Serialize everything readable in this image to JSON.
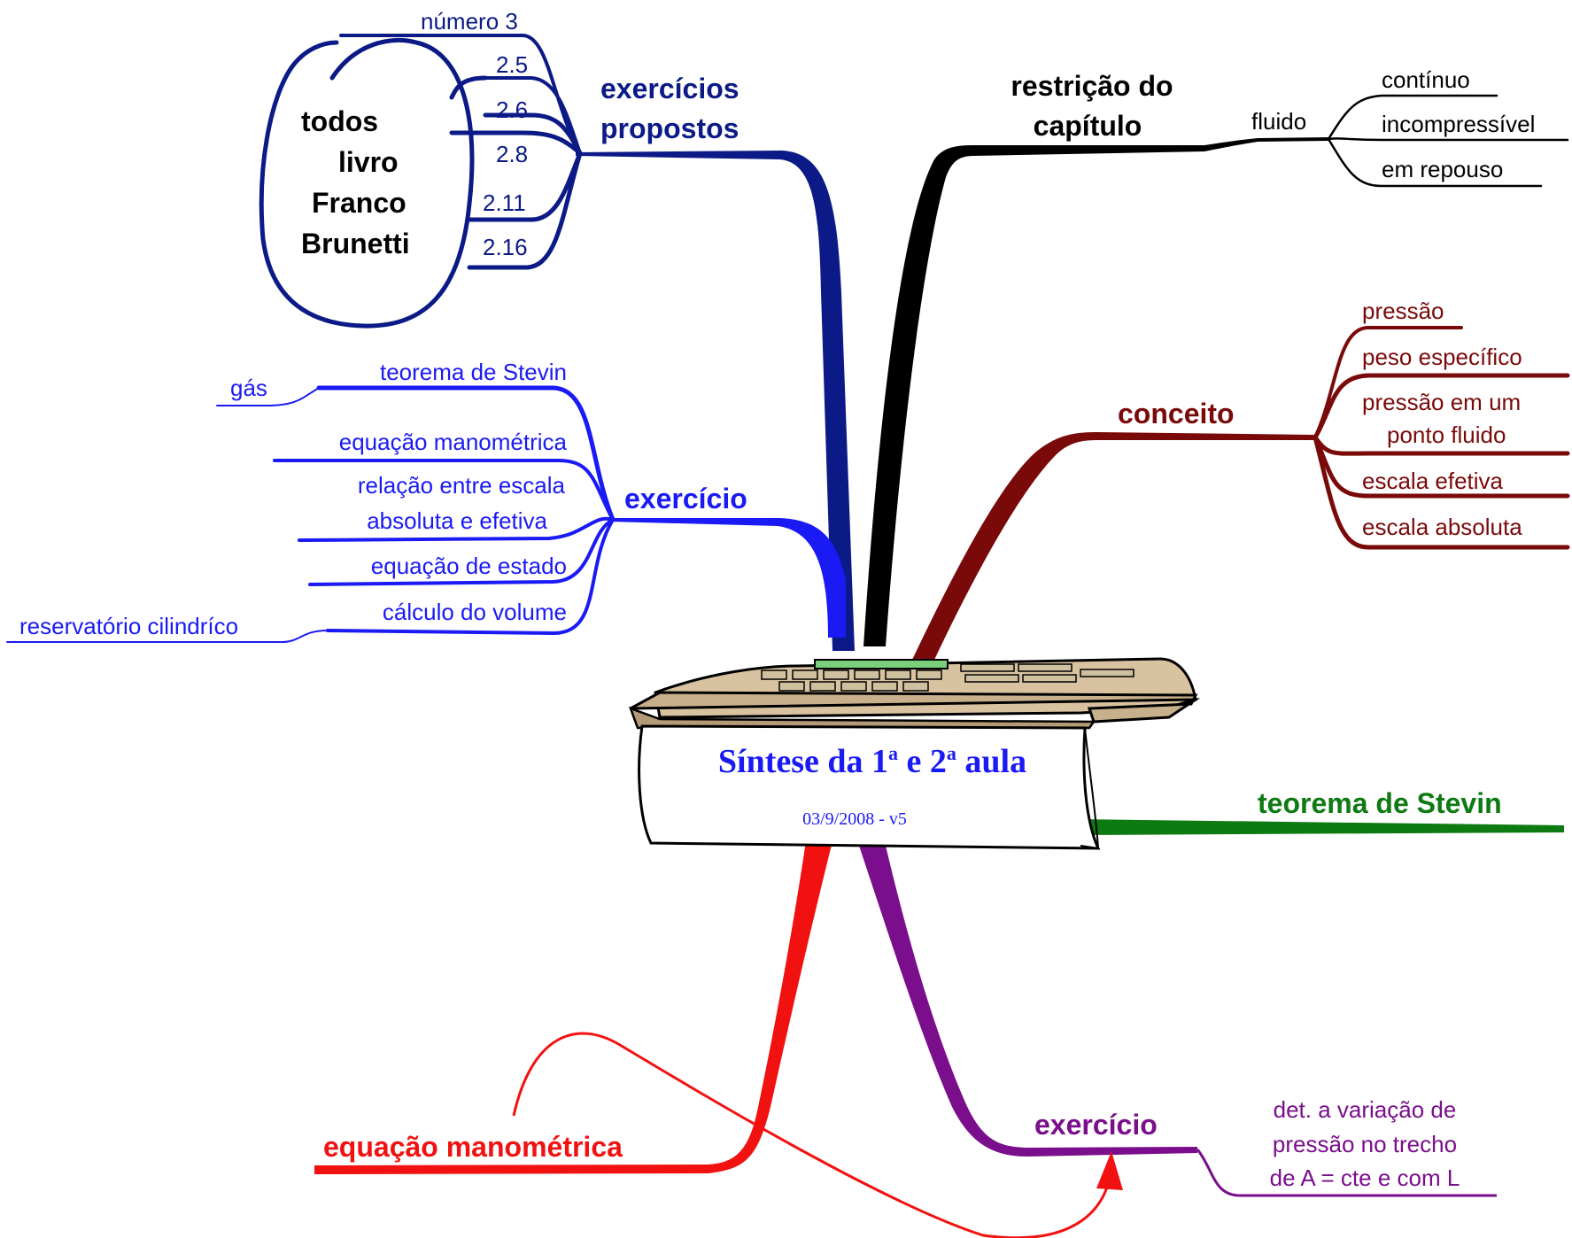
{
  "center": {
    "title_pre": "Síntese da 1",
    "sup1": "a",
    "title_mid": " e 2",
    "sup2": "a",
    "title_post": " aula",
    "subtitle": "03/9/2008 - v5"
  },
  "colors": {
    "navy": "#0b1a86",
    "blue": "#1a1af5",
    "black": "#000000",
    "maroon": "#7a0a0a",
    "green": "#0e7a12",
    "red": "#f21111",
    "purple": "#7a0e8c"
  },
  "exercicios_propostos": {
    "label_line1": "exercícios",
    "label_line2": "propostos",
    "items": [
      "número 3",
      "2.5",
      "2.6",
      "2.8",
      "2.11",
      "2.16"
    ],
    "group_note": [
      "todos",
      "livro",
      "Franco",
      "Brunetti"
    ]
  },
  "restricao": {
    "label_line1": "restrição do",
    "label_line2": "capítulo",
    "sub": "fluido",
    "items": [
      "contínuo",
      "incompressível",
      "em repouso"
    ]
  },
  "exercicio_left": {
    "label": "exercício",
    "items": [
      "teorema de Stevin",
      "equação manométrica",
      "relação entre escala",
      "absoluta e efetiva",
      "equação de estado",
      "cálculo do volume"
    ],
    "sub_gas": "gás",
    "sub_reservatorio": "reservatório cilindríco"
  },
  "conceito": {
    "label": "conceito",
    "items": [
      "pressão",
      "peso específico",
      "pressão em um",
      "ponto fluido",
      "escala efetiva",
      "escala absoluta"
    ]
  },
  "stevin": {
    "label": "teorema de Stevin"
  },
  "manometrica": {
    "label": "equação manométrica"
  },
  "exercicio_bottom": {
    "label": "exercício",
    "desc": [
      "det. a variação de",
      "pressão no trecho",
      "de A = cte e com L"
    ]
  }
}
